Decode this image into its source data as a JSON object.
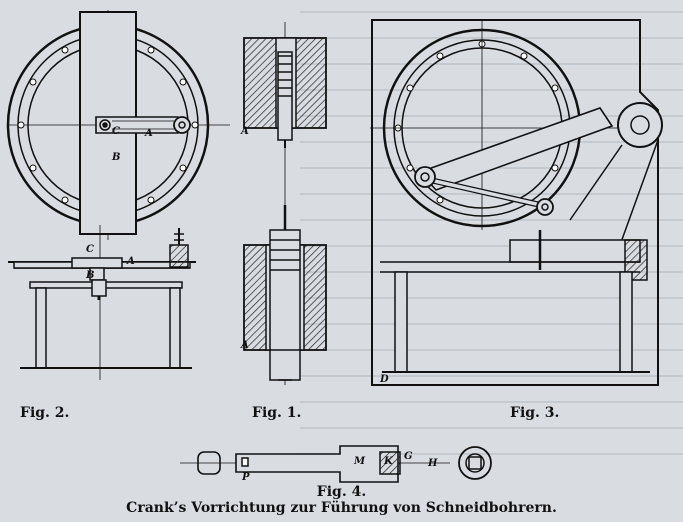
{
  "figures": {
    "fig1": "Fig. 1.",
    "fig2": "Fig. 2.",
    "fig3": "Fig. 3.",
    "fig4": "Fig. 4."
  },
  "caption": "Crank’s Vorrichtung zur Führung von Schneidbohrern.",
  "part_letters": {
    "fig2_top_c": "C",
    "fig2_top_a": "A",
    "fig2_top_b": "B",
    "fig2_side_c": "C",
    "fig2_side_b": "B",
    "fig2_side_a": "A",
    "fig1_top_a": "A",
    "fig1_bottom_a": "A",
    "fig3_d": "D",
    "fig4_p": "P",
    "fig4_m": "M",
    "fig4_k": "K",
    "fig4_g": "G",
    "fig4_h": "H"
  }
}
